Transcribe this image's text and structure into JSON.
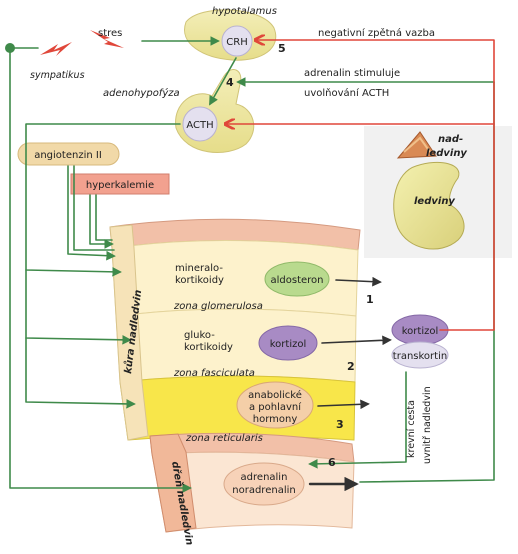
{
  "labels": {
    "hypothalamus": "hypotalamus",
    "stress": "stres",
    "crh": "CRH",
    "num5": "5",
    "negative_feedback": "negativní zpětná vazba",
    "sympathicus": "sympatikus",
    "adrenalin_stimulates": "adrenalin stimuluje",
    "acth_release": "uvolňování ACTH",
    "num4": "4",
    "adenohypophysis": "adenohypofýza",
    "acth": "ACTH",
    "angiotensin": "angiotenzin II",
    "hyperkalemia": "hyperkalemie",
    "adrenal_top_a": "nad-",
    "adrenal_top_b": "ledviny",
    "kidney": "ledviny",
    "mineralo_a": "mineralo-",
    "mineralo_b": "kortikoidy",
    "aldosteron": "aldosteron",
    "zona_glomerulosa": "zona glomerulosa",
    "num1": "1",
    "cortex": "kůra nadledvin",
    "gluko_a": "gluko-",
    "gluko_b": "kortikoidy",
    "kortizol": "kortizol",
    "zona_fasciculata": "zona fasciculata",
    "num2": "2",
    "kortizol_blood": "kortizol",
    "transkortin": "transkortin",
    "anabolic_a": "anabolické",
    "anabolic_b": "a pohlavní",
    "anabolic_c": "hormony",
    "num3": "3",
    "zona_reticularis": "zona reticularis",
    "blood_path_a": "krevní cesta",
    "blood_path_b": "uvnitř nadledvin",
    "num6": "6",
    "medulla": "dřeň nadledvin",
    "adrenalin_a": "adrenalin",
    "adrenalin_b": "noradrenalin"
  },
  "colors": {
    "green_arrow": "#3f8a4a",
    "red_arrow": "#e0473a",
    "lilac": "#e4e0ef",
    "aldosteron_green": "#b9da8e",
    "kortizol_purple": "#a88bc4",
    "cortex_cream": "#fdf2cc",
    "reticularis_yellow": "#f8e64a",
    "capsule_pink": "#f2c0a8",
    "medulla_peach": "#f7d2b8",
    "angiotensin_tan": "#f1d9a8",
    "hyperkalemia_salmon": "#f2a18f"
  },
  "icons": {
    "lightning": "lightning-bolt-icon"
  }
}
